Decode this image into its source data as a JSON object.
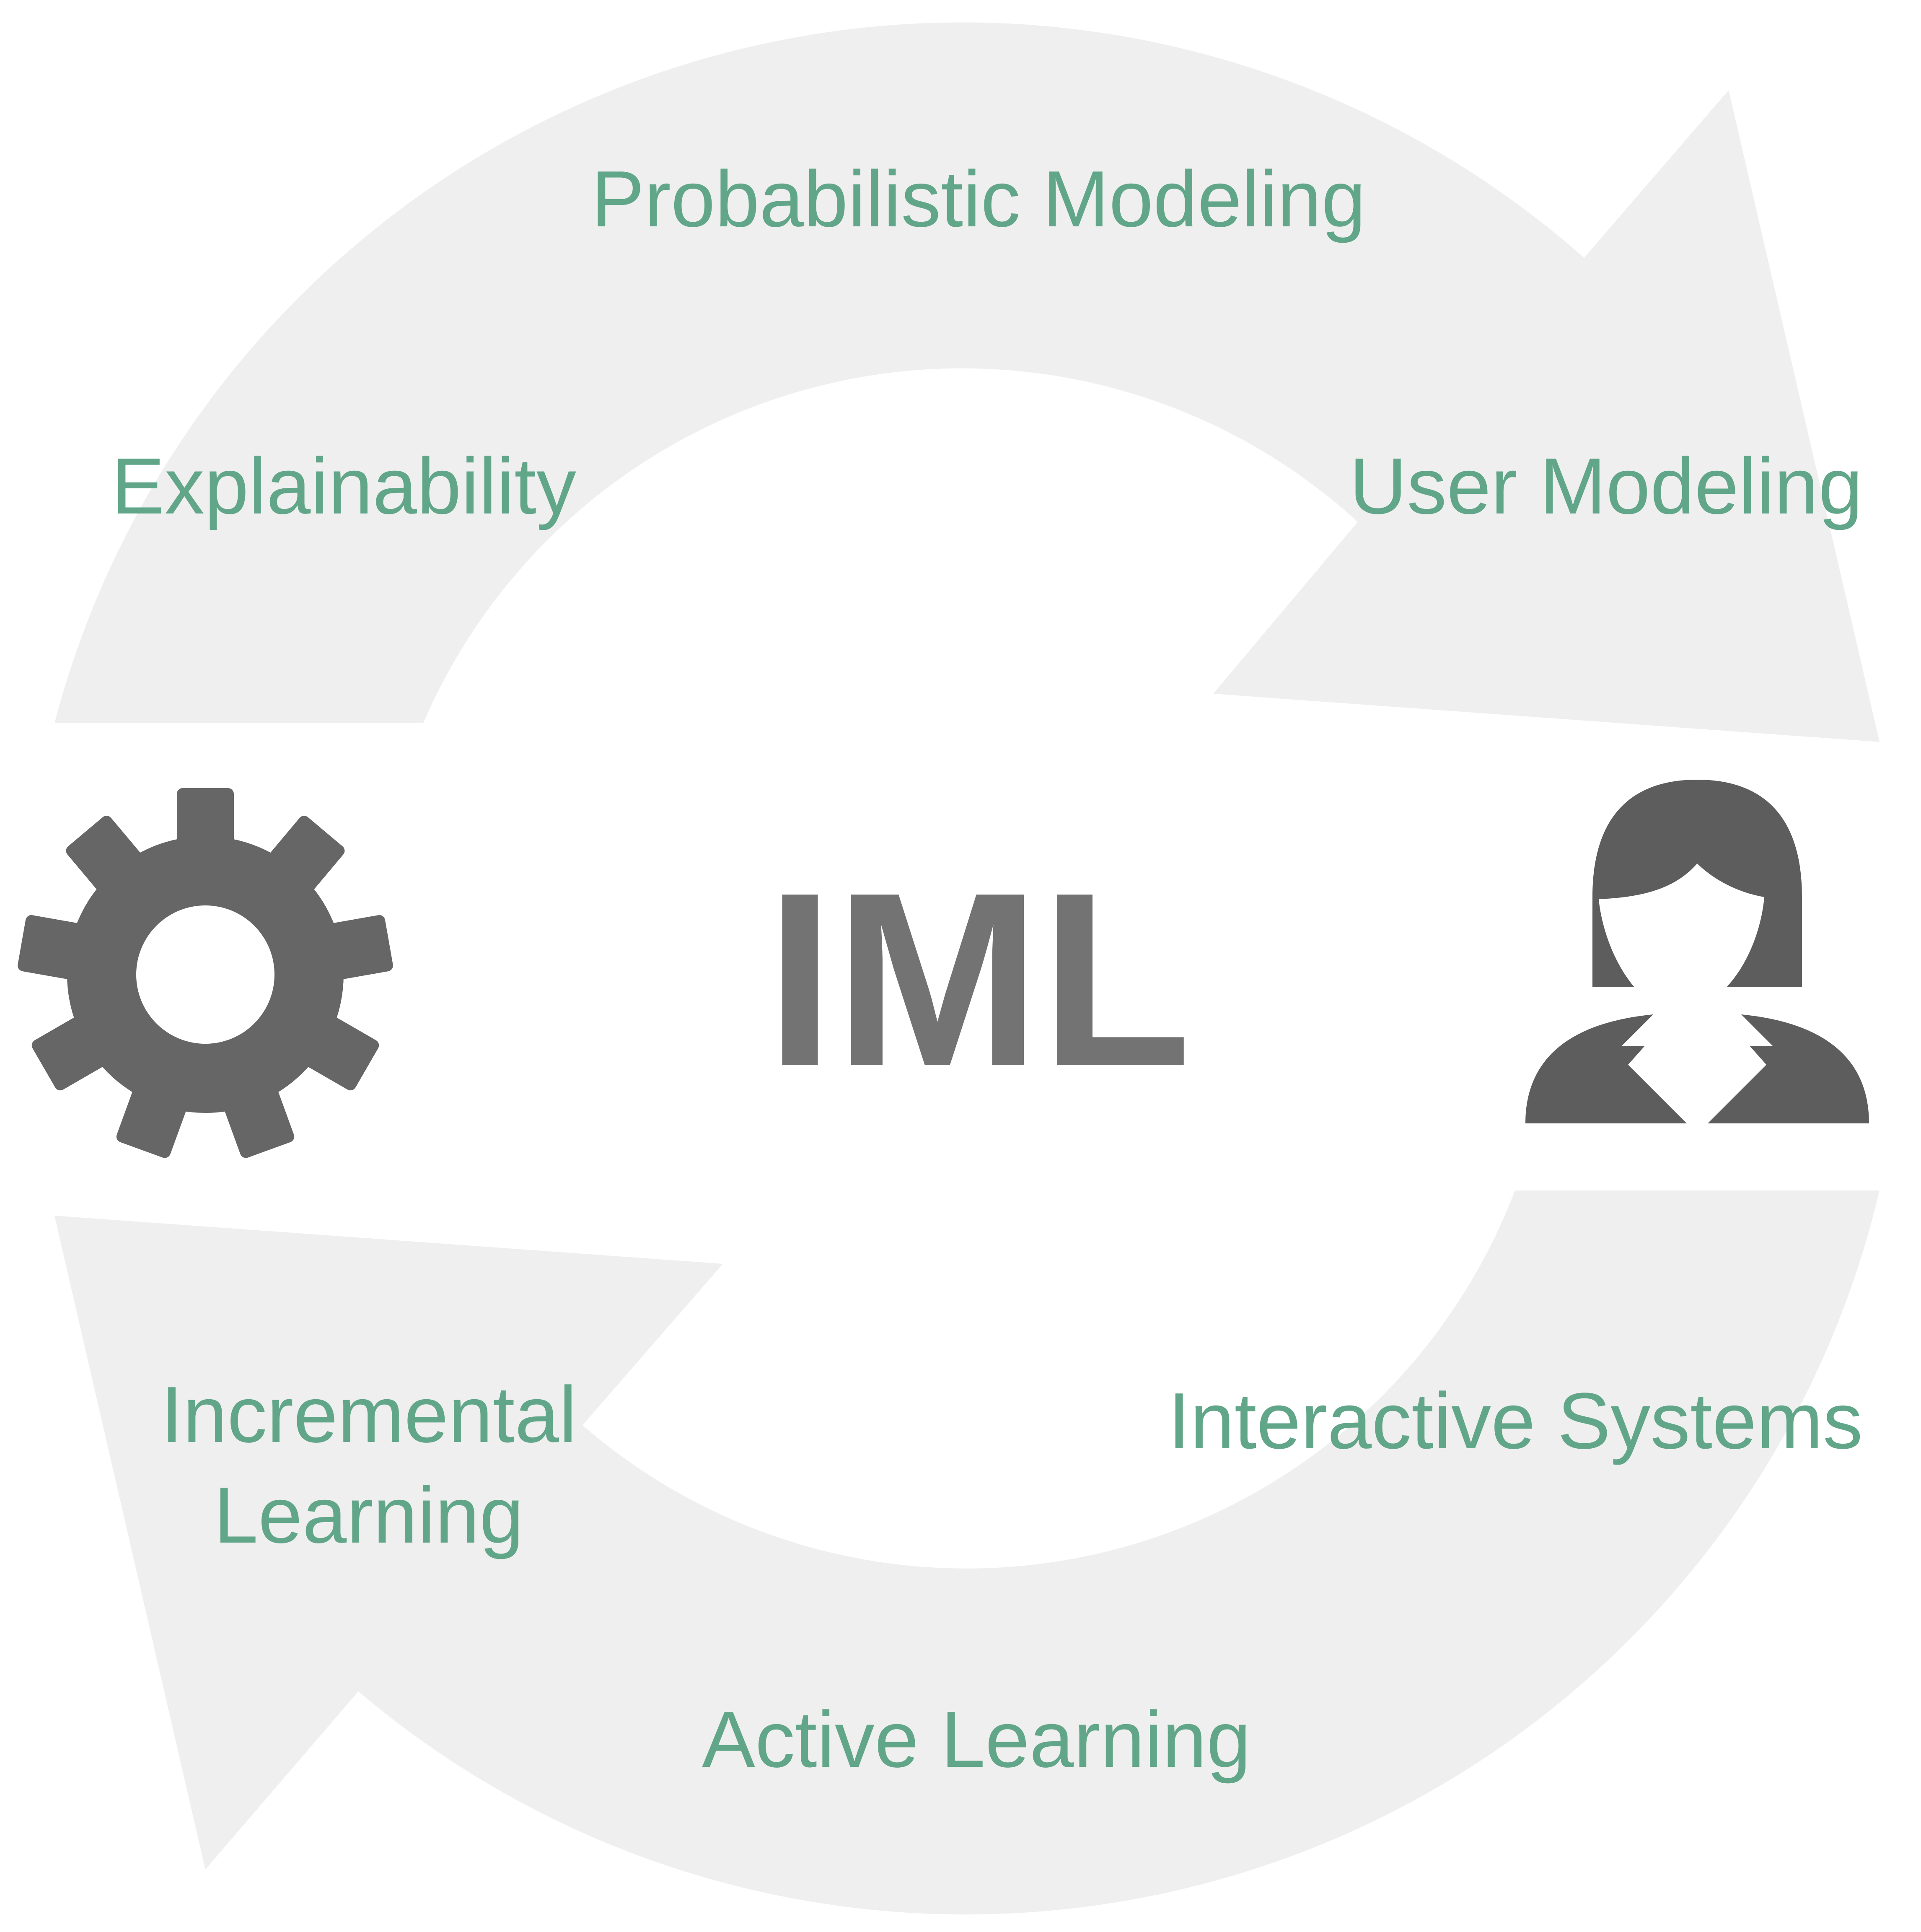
{
  "diagram": {
    "center_title": "IML",
    "labels": {
      "probabilistic_modeling": "Probabilistic Modeling",
      "explainability": "Explainability",
      "user_modeling": "User Modeling",
      "incremental": "Incremental",
      "learning_line2": "Learning",
      "interactive_systems": "Interactive Systems",
      "active_learning": "Active Learning"
    },
    "icons": {
      "left": "gear-icon",
      "right": "person-icon"
    },
    "colors": {
      "arrow_fill": "#efefef",
      "label_text": "#62a68a",
      "title_text": "#737373",
      "gear": "#666666",
      "person": "#5e5d5d",
      "background": "#ffffff"
    }
  }
}
